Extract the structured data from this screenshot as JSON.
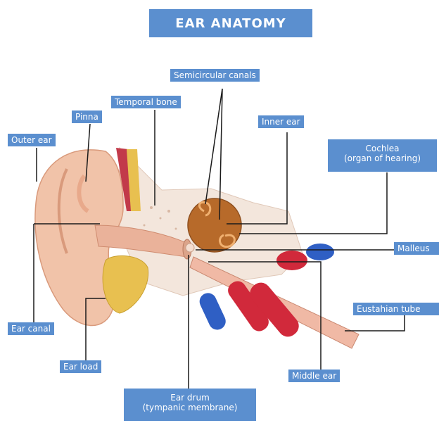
{
  "title": "EAR ANATOMY",
  "labels": {
    "semicircular_canals": "Semicircular canals",
    "temporal_bone": "Temporal bone",
    "pinna": "Pinna",
    "outer_ear": "Outer ear",
    "inner_ear": "Inner ear",
    "cochlea_line1": "Cochlea",
    "cochlea_line2": "(organ of hearing)",
    "malleus": "Malleus",
    "eustachian_tube": "Eustahian tube",
    "ear_canal": "Ear canal",
    "ear_load": "Ear load",
    "middle_ear": "Middle ear",
    "ear_drum_line1": "Ear drum",
    "ear_drum_line2": "(tympanic membrane)"
  },
  "colors": {
    "label_bg": "#5b8fcf",
    "skin": "#f1c3a9",
    "bone": "#f3e6dc",
    "cochlea": "#b76a2a",
    "artery": "#d1293b",
    "vein": "#2f5fc4",
    "wax": "#e8c050"
  }
}
